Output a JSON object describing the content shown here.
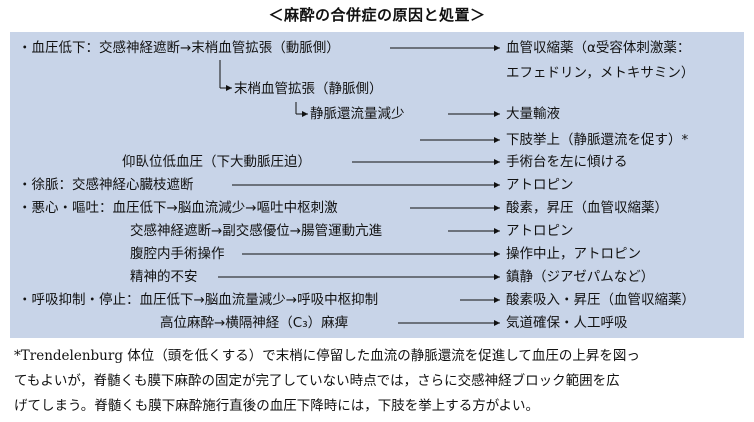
{
  "title": "＜麻酔の合併症の原因と処置＞",
  "rows": [
    {
      "left": "・血圧低下：交感神経遮断→末梢血管拡張（動脈側）",
      "right": "血管収縮薬（α受容体刺激薬："
    },
    {
      "left": "",
      "right": "エフェドリン，メトキサミン）"
    },
    {
      "left": "末梢血管拡張（静脈側）",
      "right": ""
    },
    {
      "left": "静脈還流量減少",
      "right": "大量輸液"
    },
    {
      "left": "",
      "right": "下肢挙上（静脈還流を促す）*"
    },
    {
      "left": "仰臥位低血圧（下大動脈圧迫）",
      "right": "手術台を左に傾ける"
    },
    {
      "left": "・徐脈：交感神経心臓枝遮断",
      "right": "アトロピン"
    },
    {
      "left": "・悪心・嘔吐：血圧低下→脳血流減少→嘔吐中枢刺激",
      "right": "酸素，昇圧（血管収縮薬）"
    },
    {
      "left": "交感神経遮断→副交感優位→腸管運動亢進",
      "right": "アトロピン"
    },
    {
      "left": "腹腔内手術操作",
      "right": "操作中止，アトロピン"
    },
    {
      "left": "精神的不安",
      "right": "鎮静（ジアゼパムなど）"
    },
    {
      "left": "・呼吸抑制・停止：血圧低下→脳血流量減少→呼吸中枢抑制",
      "right": "酸素吸入・昇圧（血管収縮薬）"
    },
    {
      "left": "高位麻酔→横隔神経（C₃）麻痺",
      "right": "気道確保・人工呼吸"
    }
  ],
  "footnote": [
    "*Trendelenburg 体位（頭を低くする）で末梢に停留した血流の静脈還流を促進して血圧の上昇を図っ",
    "てもよいが，脊髄くも膜下麻酔の固定が完了していない時点では，さらに交感神経ブロック範囲を広",
    "げてしまう。脊髄くも膜下麻酔施行直後の血圧下降時には，下肢を挙上する方がよい。"
  ]
}
